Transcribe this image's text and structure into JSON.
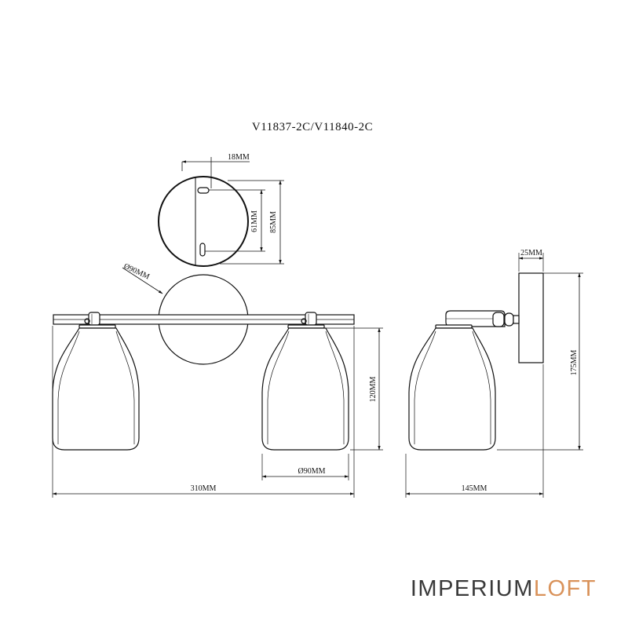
{
  "title": "V11837-2C/V11840-2C",
  "dimensions": {
    "mount_offset": "18MM",
    "hole_spacing": "61MM",
    "plate_height": "85MM",
    "plate_diameter": "Ø90MM",
    "shade_height": "120MM",
    "shade_diameter": "Ø90MM",
    "total_width": "310MM",
    "side_depth": "25MM",
    "side_height": "175MM",
    "side_projection": "145MM"
  },
  "brand": {
    "part1": "IMPERIUM",
    "part2": "LOFT"
  }
}
